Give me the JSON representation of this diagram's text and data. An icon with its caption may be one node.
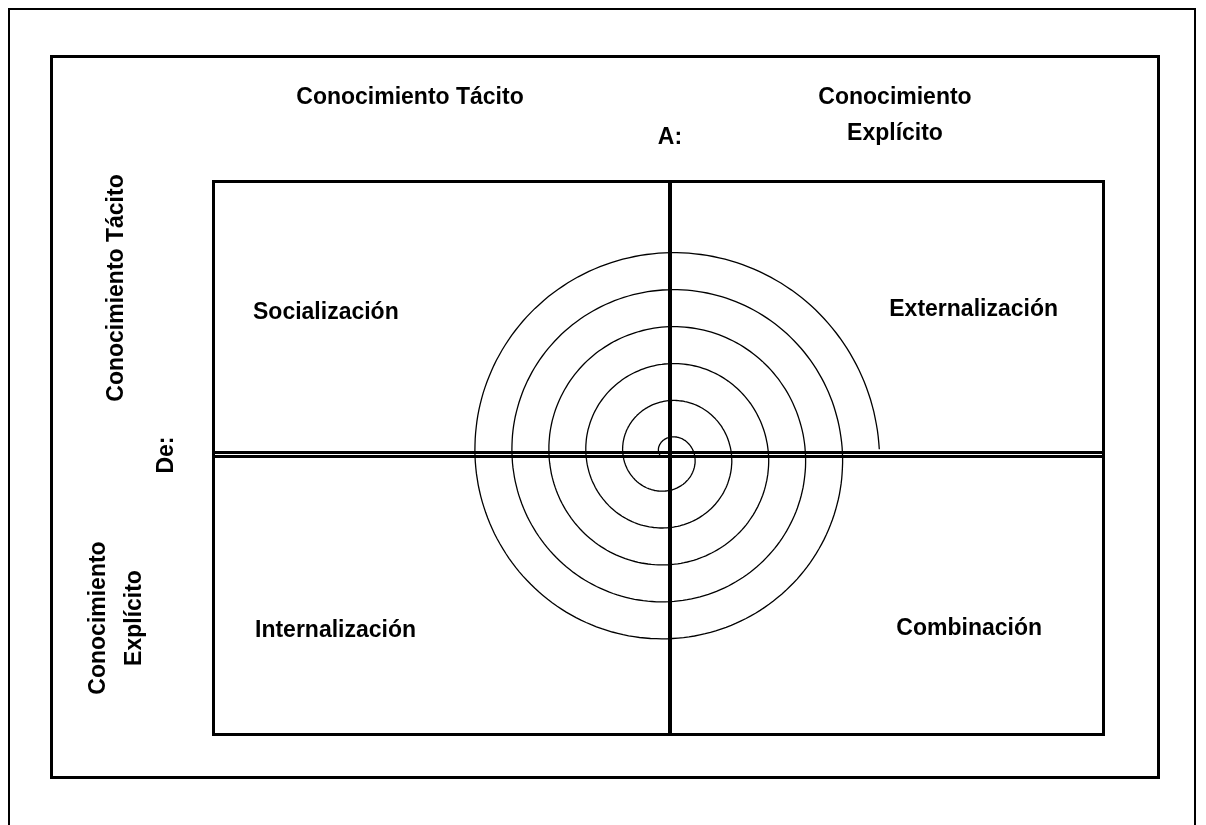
{
  "diagram": {
    "nodes": [
      {
        "text": [
          "Socialización"
        ]
      },
      {
        "text": [
          "Externalización"
        ]
      },
      {
        "text": [
          "Internalización"
        ]
      },
      {
        "text": [
          "Combinación"
        ]
      }
    ],
    "labels": [
      "Conocimiento Tácito",
      "A:",
      "Conocimiento Explícito",
      "Conocimiento Tácito",
      "De:",
      "Conocimiento Explícito"
    ]
  }
}
